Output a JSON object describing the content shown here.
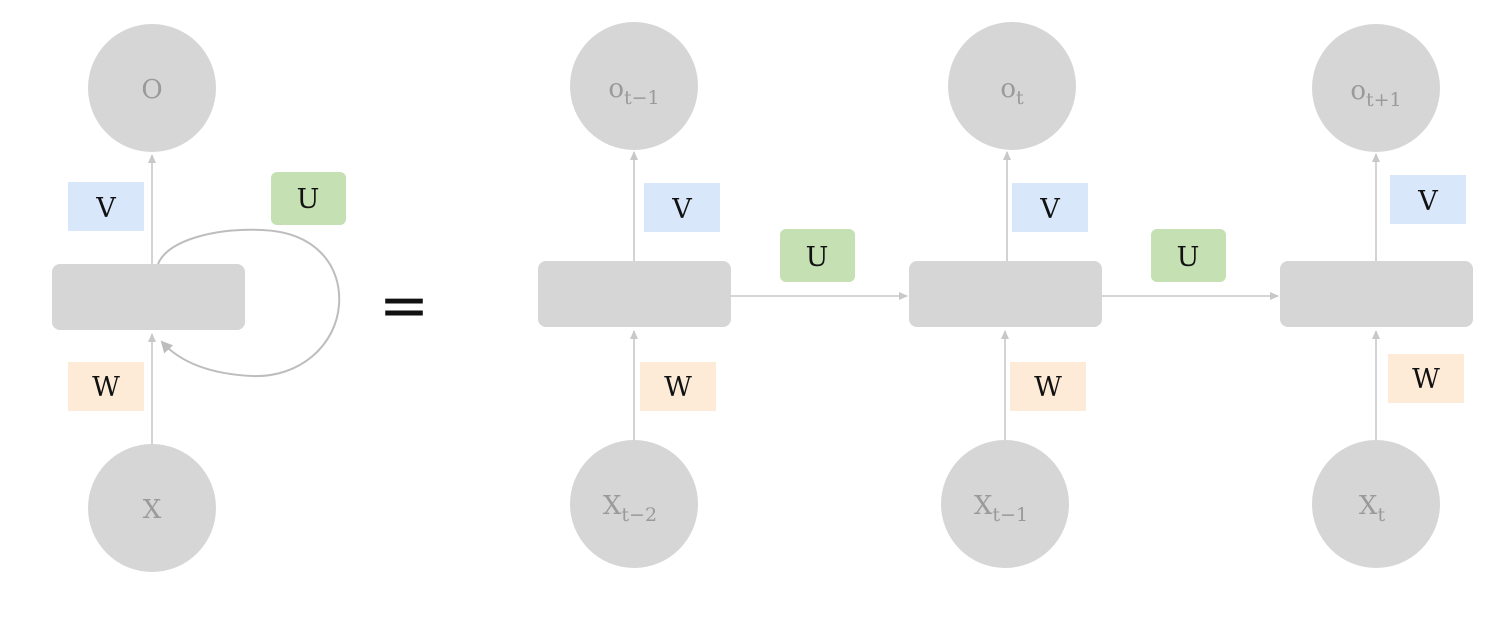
{
  "colors": {
    "node_fill": "#d6d6d6",
    "node_text": "#9a9a9a",
    "edge": "#c8c8c8",
    "weight_v_fill": "#d9e7fb",
    "weight_w_fill": "#fdebd8",
    "weight_u_fill": "#c5e0b3"
  },
  "folded": {
    "output_label": "O",
    "input_label": "X",
    "v_label": "V",
    "w_label": "W",
    "u_label": "U"
  },
  "equals": "=",
  "unrolled": [
    {
      "output_base": "o",
      "output_sub": "t−1",
      "input_base": "X",
      "input_sub": "t−2",
      "v_label": "V",
      "w_label": "W"
    },
    {
      "output_base": "o",
      "output_sub": "t",
      "input_base": "X",
      "input_sub": "t−1",
      "v_label": "V",
      "w_label": "W"
    },
    {
      "output_base": "o",
      "output_sub": "t+1",
      "input_base": "X",
      "input_sub": "t",
      "v_label": "V",
      "w_label": "W"
    }
  ],
  "recurrent_labels": [
    "U",
    "U"
  ]
}
